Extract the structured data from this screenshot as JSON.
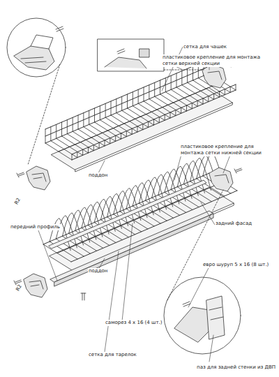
{
  "diagram": {
    "labels": [
      "сетка для чашек",
      "пластиковое крепление для монтажа сетки верхней секции",
      "поддон",
      "пластиковое крепление для монтажа сетки нижней секции",
      "передний профиль",
      "задний фасад",
      "поддон",
      "евро шуруп 5 x 16 (8 шт.)",
      "саморез 4 x 16 (4 шт.)",
      "сетка для тарелок",
      "паз для задней стенки из ДВП",
      "R2",
      "R2"
    ]
  }
}
